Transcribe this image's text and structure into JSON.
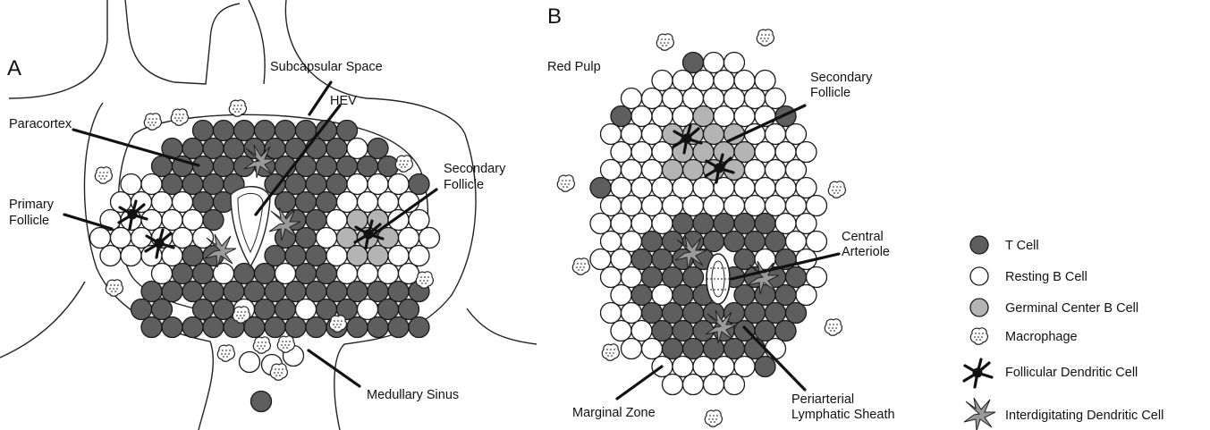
{
  "panel_a": {
    "letter": "A",
    "labels": {
      "subcapsular_space": "Subcapsular Space",
      "hev": "HEV",
      "paracortex": "Paracortex",
      "secondary_follicle_line1": "Secondary",
      "secondary_follicle_line2": "Follicle",
      "primary_follicle_line1": "Primary",
      "primary_follicle_line2": "Follicle",
      "medullary_sinus": "Medullary Sinus"
    }
  },
  "panel_b": {
    "letter": "B",
    "labels": {
      "red_pulp": "Red Pulp",
      "secondary_follicle_line1": "Secondary",
      "secondary_follicle_line2": "Follicle",
      "central_arteriole_line1": "Central",
      "central_arteriole_line2": "Arteriole",
      "marginal_zone": "Marginal Zone",
      "pals_line1": "Periarterial",
      "pals_line2": "Lymphatic Sheath"
    }
  },
  "legend": {
    "items": [
      {
        "icon": "t-cell-icon",
        "label": "T Cell",
        "color": "#5e5e5e"
      },
      {
        "icon": "resting-b-cell-icon",
        "label": "Resting B Cell",
        "color": "#ffffff"
      },
      {
        "icon": "germinal-center-b-cell-icon",
        "label": "Germinal Center B Cell",
        "color": "#b4b4b4"
      },
      {
        "icon": "macrophage-icon",
        "label": "Macrophage"
      },
      {
        "icon": "follicular-dendritic-cell-icon",
        "label": "Follicular Dendritic Cell",
        "color": "#111111"
      },
      {
        "icon": "interdigitating-dendritic-cell-icon",
        "label": "Interdigitating Dendritic Cell",
        "color": "#9a9a9a"
      }
    ]
  }
}
